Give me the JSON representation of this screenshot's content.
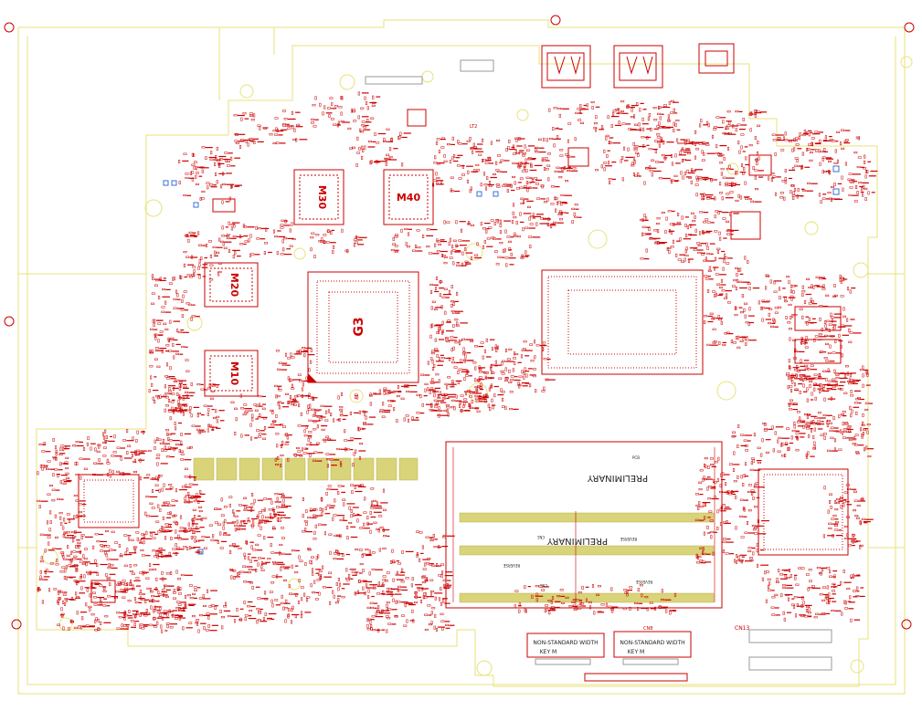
{
  "colors": {
    "background": "#ffffff",
    "outline": "#e8e27a",
    "component": "#cc0000",
    "pad": "#d9d37a",
    "text_dark": "#222222",
    "via_blue": "#3a6fd8"
  },
  "labels": {
    "chip_m30": "M30",
    "chip_m40": "M40",
    "chip_m20": "M20",
    "chip_m10": "M10",
    "chip_g3": "G3",
    "preliminary_top": "PRELIMINARY",
    "preliminary_slot": "PRELIMINARY",
    "reverse_1": "REVERSE",
    "reverse_2": "REVERSE",
    "reverse_3": "REVERSE",
    "slot_label_1": "CN1",
    "slot_label_2": "CN1",
    "m2_left_title": "NON-STANDARD WIDTH",
    "m2_left_key": "KEY M",
    "m2_right_title": "NON-STANDARD WIDTH",
    "m2_right_key": "KEY M",
    "cn13": "CN13",
    "cn8": "CN8",
    "lt2": "LT2",
    "pcb_mark": "PCB"
  }
}
